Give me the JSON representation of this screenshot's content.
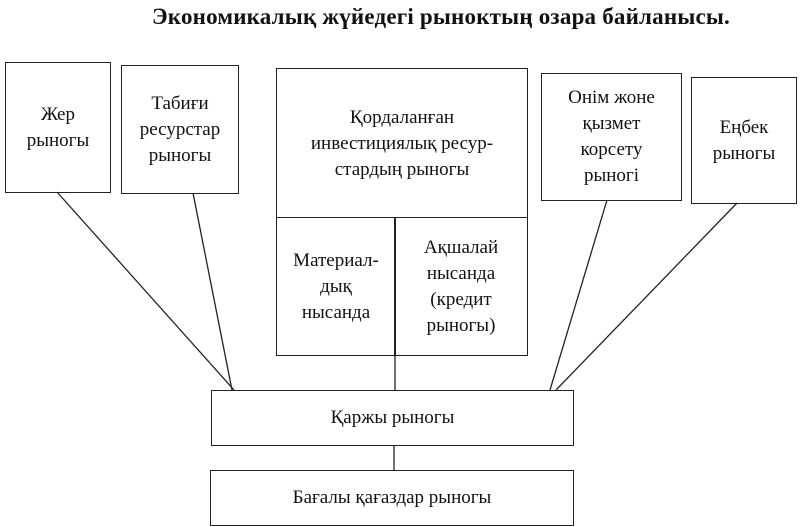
{
  "title": "Экономикалық жүйедегі рыноктың озара байланысы.",
  "boxes": {
    "land": "Жер\nрыногы",
    "natural": "Табиғи\nресурстар\nрыногы",
    "investment": "Қордаланған\nинвестициялық ресур-\nстардың рыногы",
    "material": "Материал-\nдық\nнысанда",
    "money": "Ақшалай\nнысанда\n(кредит\nрыногы)",
    "goods": "Онім жоне\nқызмет\nкорсету\nрыногі",
    "labor": "Еңбек\nрыногы",
    "financial": "Қаржы рыногы",
    "securities": "Бағалы қағаздар рыногы"
  }
}
